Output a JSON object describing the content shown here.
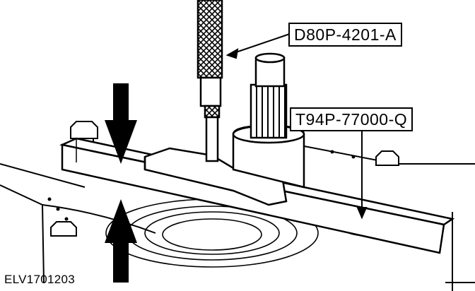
{
  "figure": {
    "callouts": [
      {
        "id": "a",
        "text": "D80P-4201-A"
      },
      {
        "id": "b",
        "text": "T94P-77000-Q"
      }
    ],
    "figure_id": "ELV1701203"
  },
  "colors": {
    "ink": "#000000",
    "paper": "#ffffff"
  }
}
